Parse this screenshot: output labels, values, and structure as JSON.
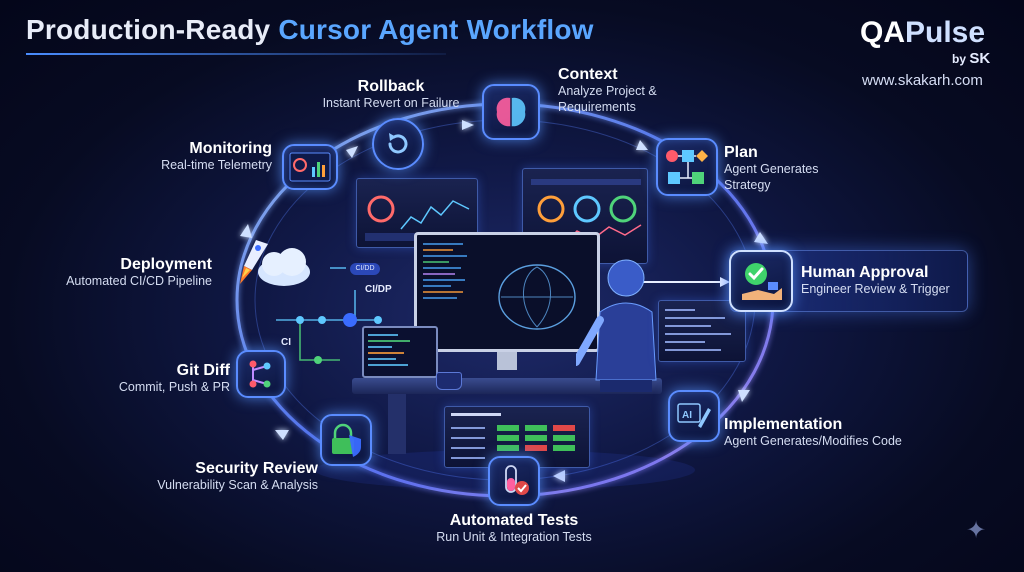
{
  "title": {
    "part1": "Production-Ready",
    "part2": "Cursor Agent Workflow"
  },
  "brand": {
    "qa": "QA",
    "pulse": "Pulse",
    "by": "by",
    "sk": "SK",
    "url": "www.skakarh.com"
  },
  "steps": {
    "context": {
      "title": "Context",
      "sub1": "Analyze Project &",
      "sub2": "Requirements",
      "icon": "brain-icon"
    },
    "plan": {
      "title": "Plan",
      "sub1": "Agent Generates",
      "sub2": "Strategy",
      "icon": "flowchart-icon"
    },
    "approval": {
      "title": "Human Approval",
      "sub1": "Engineer Review & Trigger",
      "icon": "checkmark-hand-icon"
    },
    "implementation": {
      "title": "Implementation",
      "sub1": "Agent Generates/Modifies Code",
      "icon": "ai-pen-icon"
    },
    "tests": {
      "title": "Automated Tests",
      "sub1": "Run Unit & Integration Tests",
      "icon": "test-tube-icon"
    },
    "security": {
      "title": "Security Review",
      "sub1": "Vulnerability Scan & Analysis",
      "icon": "lock-shield-icon"
    },
    "gitdiff": {
      "title": "Git Diff",
      "sub1": "Commit, Push & PR",
      "icon": "git-branch-icon"
    },
    "deployment": {
      "title": "Deployment",
      "sub1": "Automated CI/CD Pipeline",
      "icon": "rocket-cloud-icon"
    },
    "monitoring": {
      "title": "Monitoring",
      "sub1": "Real-time Telemetry",
      "icon": "dashboard-icon"
    },
    "rollback": {
      "title": "Rollback",
      "sub1": "Instant Revert on Failure",
      "icon": "revert-icon"
    }
  },
  "scene": {
    "cicd_chip": "CI/DD",
    "cidp": "CI/DP",
    "ci": "CI"
  },
  "colors": {
    "accent": "#5aa6ff",
    "ring": "#7fb0ff",
    "background": "#070b22",
    "check": "#3fd36b",
    "rocket_flame": "#ff7a2a"
  }
}
